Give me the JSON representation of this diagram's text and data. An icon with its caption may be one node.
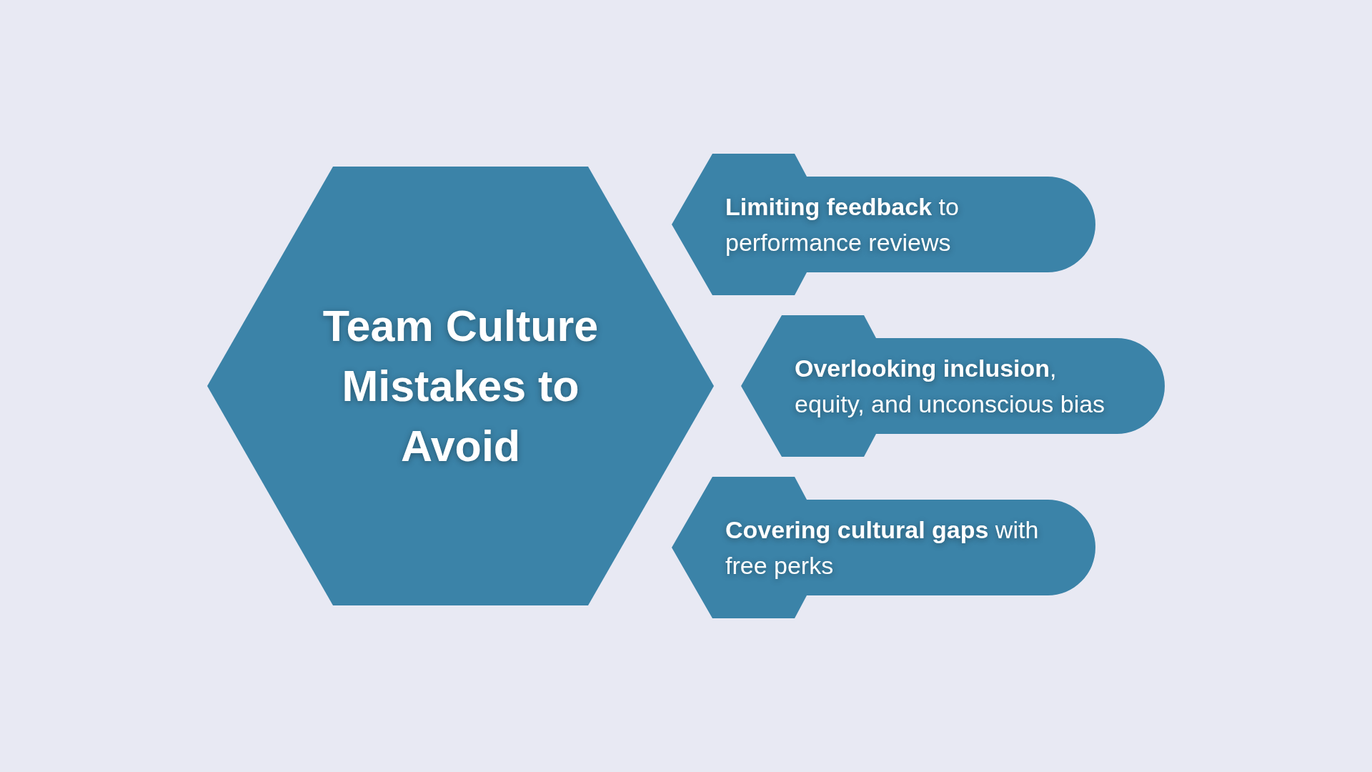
{
  "diagram": {
    "nodes": [
      {
        "text": [
          "Team Culture Mistakes to Avoid"
        ]
      },
      {
        "text": [
          "**Limiting feedback** to performance reviews"
        ]
      },
      {
        "text": [
          "**Overlooking inclusion**, equity, and unconscious bias"
        ]
      },
      {
        "text": [
          "**Covering cultural gaps** with free perks"
        ]
      }
    ]
  }
}
